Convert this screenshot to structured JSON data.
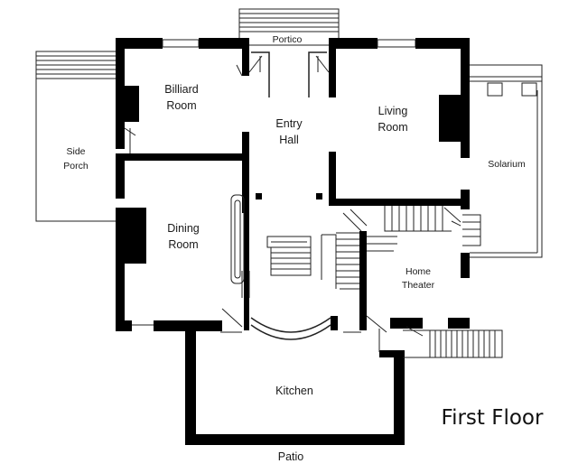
{
  "title": "First Floor",
  "rooms": {
    "portico": "Portico",
    "billiard_1": "Billiard",
    "billiard_2": "Room",
    "entry_1": "Entry",
    "entry_2": "Hall",
    "living_1": "Living",
    "living_2": "Room",
    "side_porch_1": "Side",
    "side_porch_2": "Porch",
    "solarium": "Solarium",
    "dining_1": "Dining",
    "dining_2": "Room",
    "theater_1": "Home",
    "theater_2": "Theater",
    "kitchen": "Kitchen",
    "patio": "Patio"
  }
}
